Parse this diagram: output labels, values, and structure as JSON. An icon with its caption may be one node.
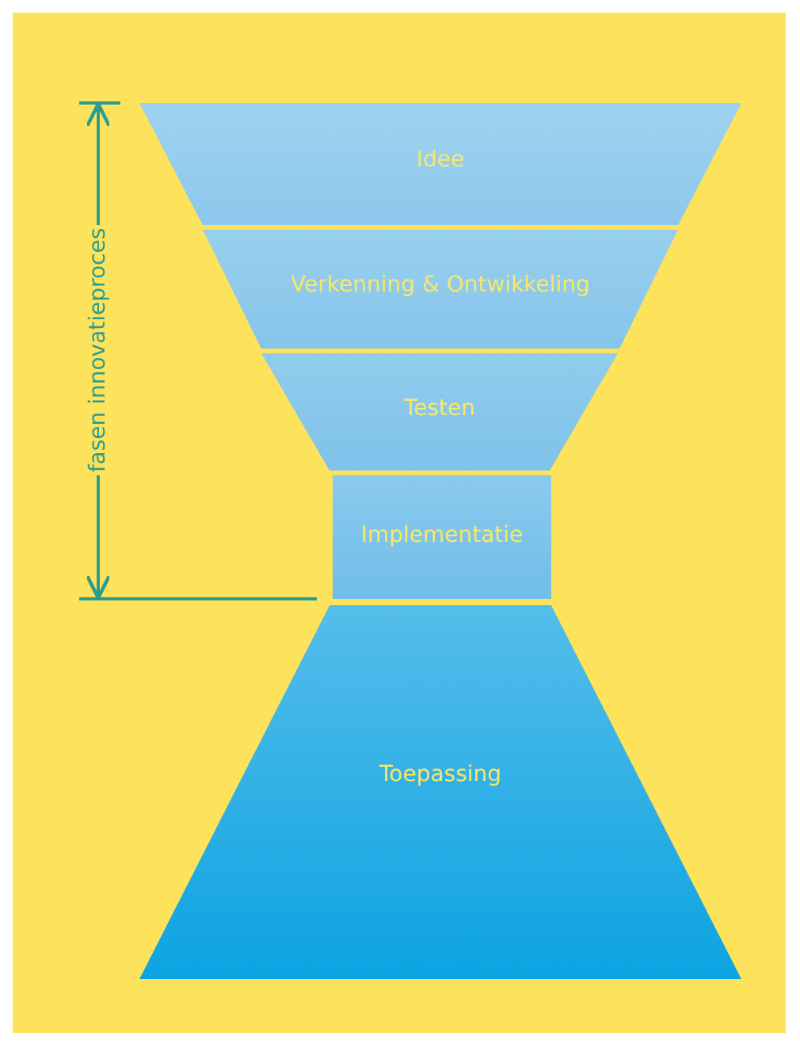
{
  "diagram": {
    "nodes": [
      {
        "text": [
          "Idee"
        ]
      },
      {
        "text": [
          "Verkenning & Ontwikkeling"
        ]
      },
      {
        "text": [
          "Testen"
        ]
      },
      {
        "text": [
          "Implementatie"
        ]
      },
      {
        "text": [
          "Toepassing"
        ]
      }
    ],
    "labels": [
      "fasen innovatieproces"
    ]
  }
}
